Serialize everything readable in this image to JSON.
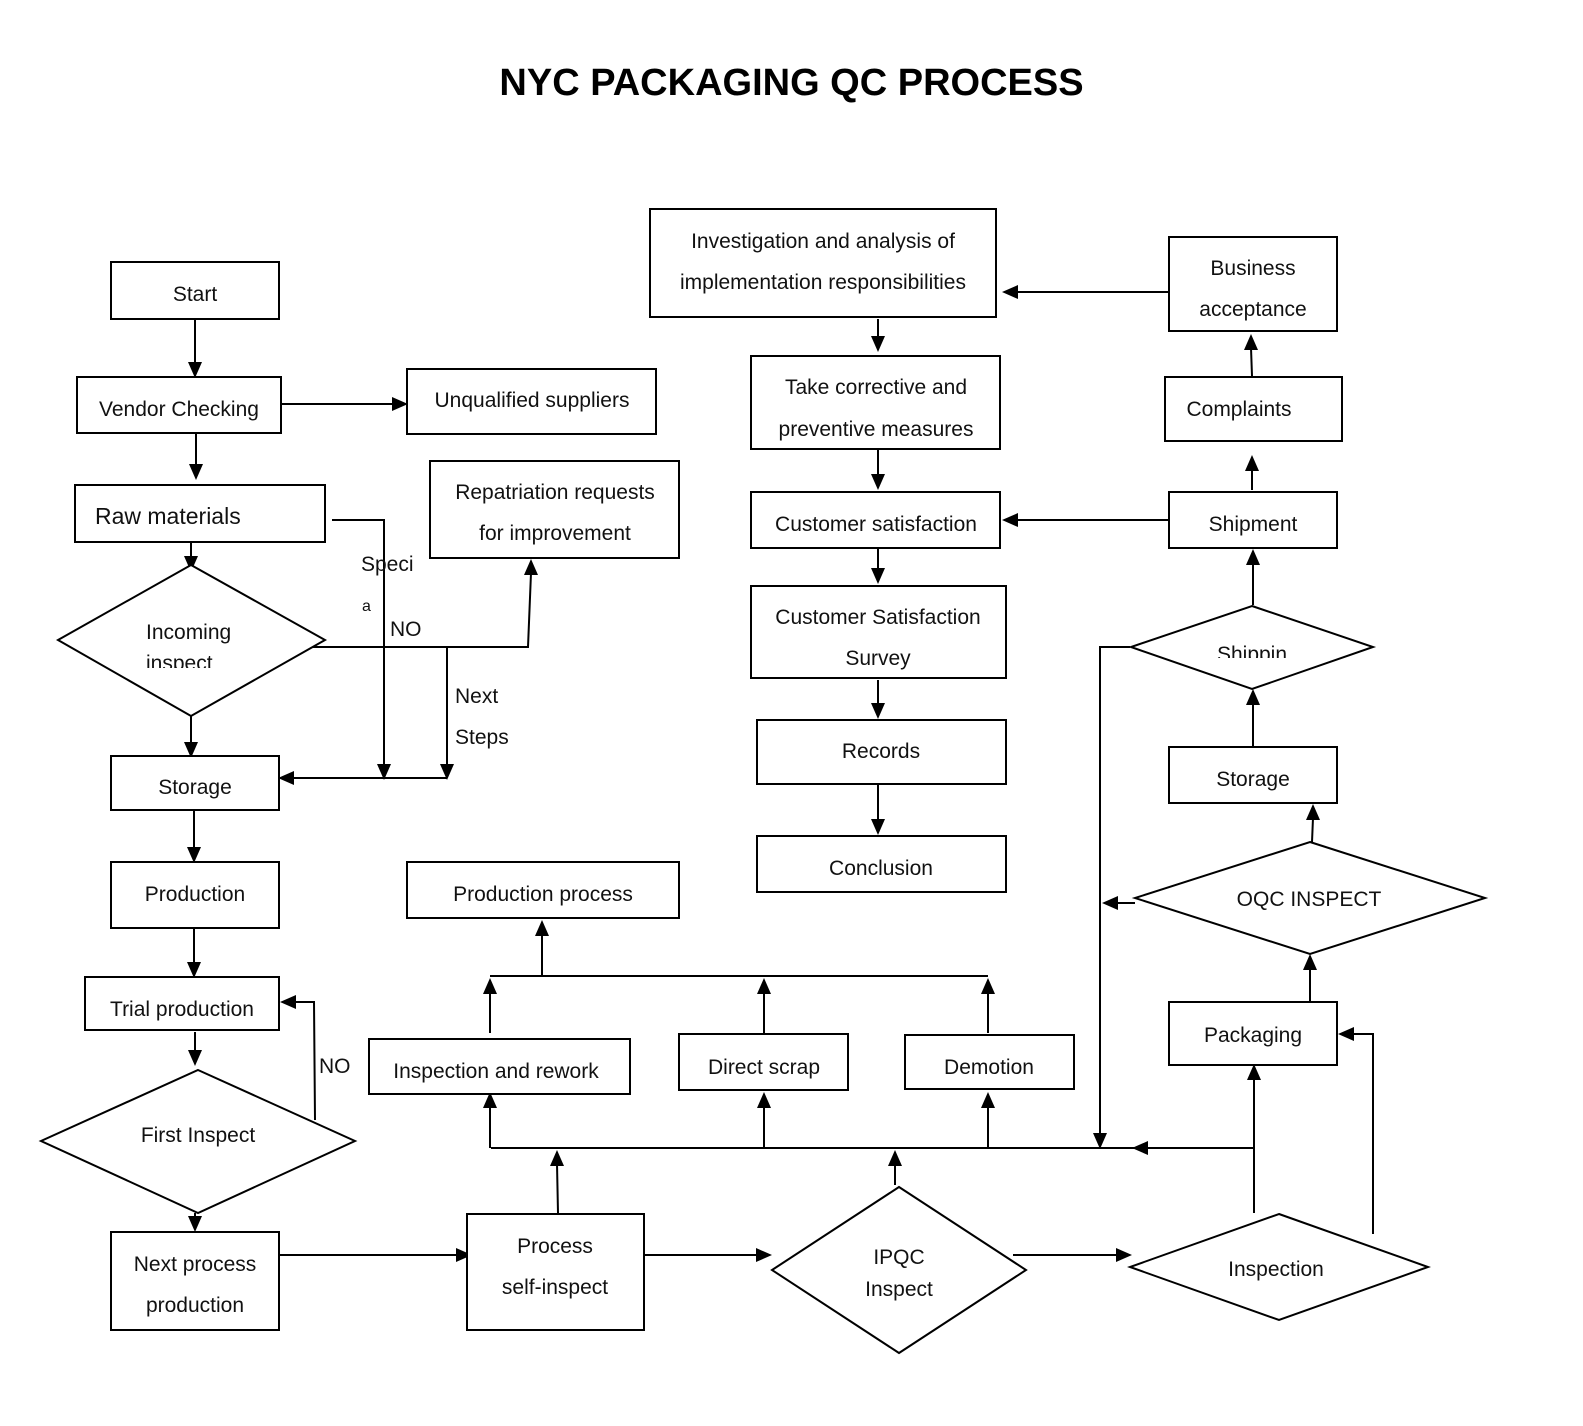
{
  "title": "NYC PACKAGING QC PROCESS",
  "nodes": {
    "start": "Start",
    "vendor_checking": "Vendor Checking",
    "unqualified_suppliers": "Unqualified suppliers",
    "raw_materials": "Raw materials",
    "repatriation_1": "Repatriation requests",
    "repatriation_2": "for improvement",
    "incoming_1": "Incoming",
    "incoming_2": "inspect",
    "storage_left": "Storage",
    "production": "Production",
    "trial_production": "Trial production",
    "first_inspect": "First Inspect",
    "next_process_1": "Next process",
    "next_process_2": "production",
    "production_process": "Production process",
    "inspection_rework": "Inspection and rework",
    "direct_scrap": "Direct scrap",
    "demotion": "Demotion",
    "process_self_1": "Process",
    "process_self_2": "self-inspect",
    "ipqc_1": "IPQC",
    "ipqc_2": "Inspect",
    "inspection": "Inspection",
    "investigation_1": "Investigation and analysis of",
    "investigation_2": "implementation responsibilities",
    "corrective_1": "Take corrective and",
    "corrective_2": "preventive measures",
    "customer_satisfaction": "Customer satisfaction",
    "survey_1": "Customer Satisfaction",
    "survey_2": "Survey",
    "records": "Records",
    "conclusion": "Conclusion",
    "business_1": "Business",
    "business_2": "acceptance",
    "complaints": "Complaints",
    "shipment": "Shipment",
    "shipping": "Shippin",
    "storage_right": "Storage",
    "oqc_inspect": "OQC INSPECT",
    "packaging": "Packaging"
  },
  "labels": {
    "speci_1": "Speci",
    "speci_2": "a",
    "no_incoming": "NO",
    "next_steps_1": "Next",
    "next_steps_2": "Steps",
    "no_first": "NO"
  }
}
